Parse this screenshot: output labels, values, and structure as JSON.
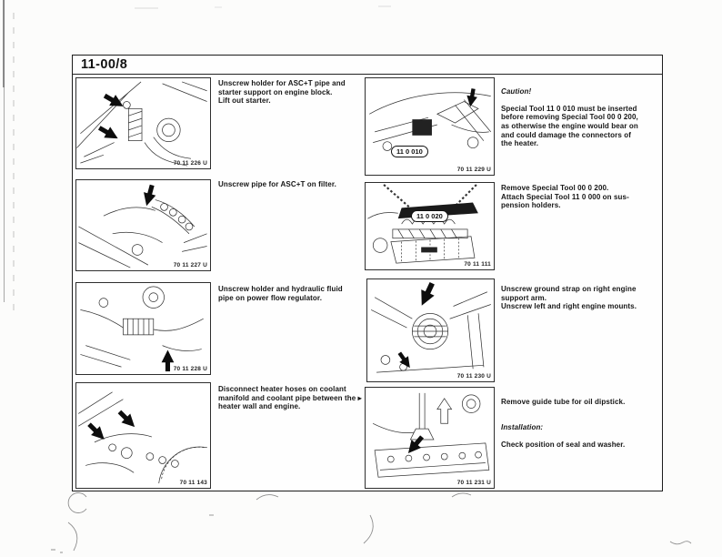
{
  "page_header": "11-00/8",
  "colors": {
    "ink": "#1a1a1a",
    "paper": "#fcfcfb"
  },
  "left_column": {
    "rows": [
      {
        "figure_number": "70 11 226 U",
        "instruction": "Unscrew holder for ASC+T pipe and\nstarter support on engine block.\nLift out starter."
      },
      {
        "figure_number": "70 11 227 U",
        "instruction": "Unscrew pipe for ASC+T on filter."
      },
      {
        "figure_number": "70 11 228 U",
        "instruction": "Unscrew holder and hydraulic fluid\npipe on power flow regulator."
      },
      {
        "figure_number": "70 11 143",
        "instruction": "Disconnect heater hoses on coolant\nmanifold and coolant pipe between the ▸\nheater wall and engine."
      }
    ]
  },
  "right_column": {
    "rows": [
      {
        "figure_number": "70 11 229 U",
        "tool_label": "11 0 010",
        "caution_heading": "Caution!",
        "instruction": "Special Tool 11 0 010 must be inserted\nbefore removing Special Tool 00 0 200,\nas otherwise the engine would bear on\nand could damage the connectors of\nthe heater."
      },
      {
        "figure_number": "70 11 111",
        "tool_label": "11 0 020",
        "instruction": "Remove Special Tool 00 0 200.\nAttach Special Tool 11 0 000 on sus-\npension holders."
      },
      {
        "figure_number": "70 11 230 U",
        "instruction": "Unscrew ground strap on right engine\nsupport arm.\nUnscrew left and right engine mounts."
      },
      {
        "figure_number": "70 11 231 U",
        "instruction": "Remove guide tube for oil dipstick.",
        "installation_heading": "Installation:",
        "installation_text": "Check position of seal and washer."
      }
    ]
  }
}
